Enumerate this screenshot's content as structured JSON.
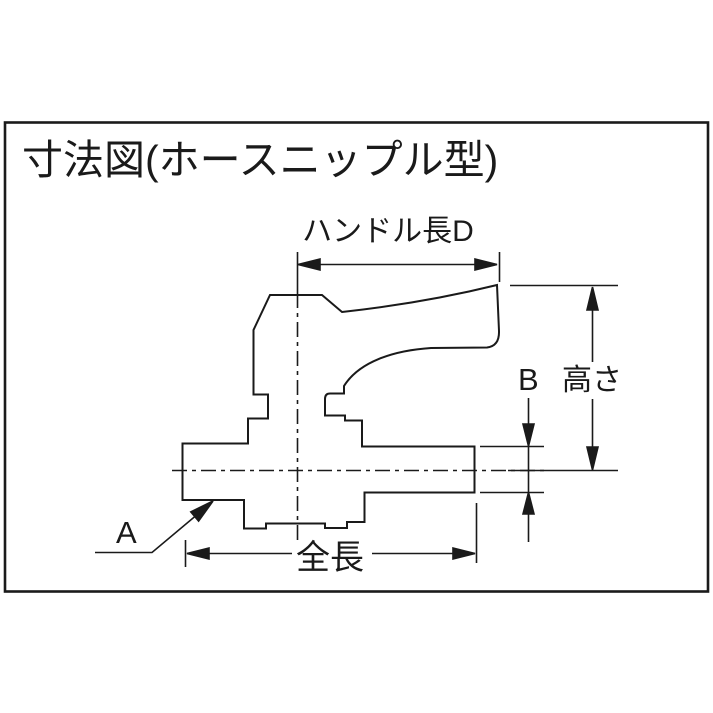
{
  "figure": {
    "title": "寸法図(ホースニップル型)",
    "labels": {
      "handle_length": "ハンドル長D",
      "height": "高さ",
      "b": "B",
      "a": "A",
      "total_length": "全長"
    },
    "colors": {
      "line": "#1a1a1a",
      "background": "#ffffff"
    },
    "drawing_type": "dimension-drawing (hose nipple type ball valve, side view)"
  }
}
